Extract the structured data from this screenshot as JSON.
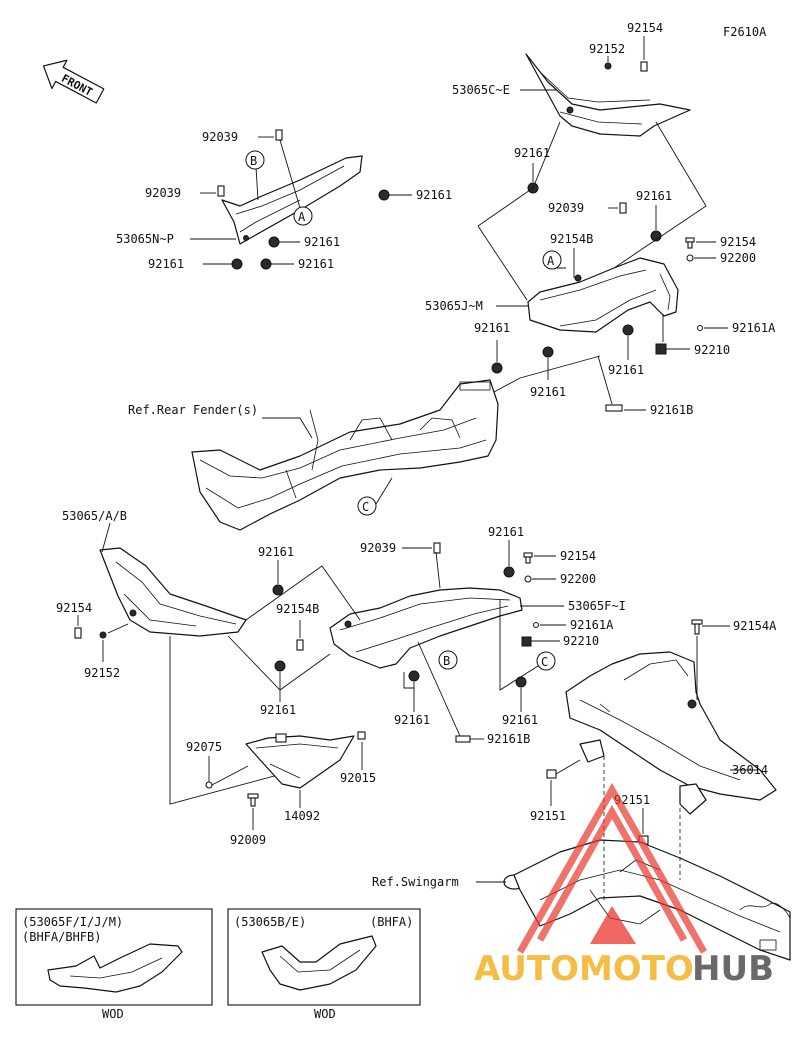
{
  "figure_code": "F2610A",
  "front_label": "FRONT",
  "callouts": {
    "p92154_a": "92154",
    "p92152_a": "92152",
    "p53065ce": "53065C~E",
    "p92039_a": "92039",
    "p92039_b": "92039",
    "p92161_a": "92161",
    "p53065np": "53065N~P",
    "p92161_b": "92161",
    "p92161_c": "92161",
    "p92161_d": "92161",
    "p92161_e": "92161",
    "p92039_c": "92039",
    "p92161_f": "92161",
    "p92154b_a": "92154B",
    "p92154_b": "92154",
    "p92200_a": "92200",
    "p53065jm": "53065J~M",
    "p92161a_a": "92161A",
    "p92161_g": "92161",
    "p92210_a": "92210",
    "p92161_h": "92161",
    "p92161_i": "92161",
    "p92161b_a": "92161B",
    "ref_rear_fender": "Ref.Rear Fender(s)",
    "p53065ab": "53065/A/B",
    "p92039_d": "92039",
    "p92161_j": "92161",
    "p92161_k": "92161",
    "p92154_c": "92154",
    "p92200_b": "92200",
    "p92154b_b": "92154B",
    "p53065fi": "53065F~I",
    "p92154_d": "92154",
    "p92161a_b": "92161A",
    "p92210_b": "92210",
    "p92152_b": "92152",
    "p92161_l": "92161",
    "p92161_m": "92161",
    "p92161_n": "92161",
    "p92154a": "92154A",
    "p92161b_b": "92161B",
    "p36014": "36014",
    "p92075": "92075",
    "p92015": "92015",
    "p92151_a": "92151",
    "p92151_b": "92151",
    "p14092": "14092",
    "p92009": "92009",
    "ref_swingarm": "Ref.Swingarm"
  },
  "circle_letters": {
    "b_top": "B",
    "a_top": "A",
    "a_mid": "A",
    "c_mid": "C",
    "b_low": "B",
    "c_low": "C"
  },
  "inset_left": {
    "line1": "(53065F/I/J/M)",
    "line2": "(BHFA/BHFB)",
    "caption": "WOD"
  },
  "inset_right": {
    "line1": "(53065B/E)",
    "line2": "(BHFA)",
    "caption": "WOD"
  },
  "watermark": {
    "text_a": "AUTOMOTO",
    "text_b": "HUB",
    "colors": {
      "red": "#e8362c",
      "yellow": "#f4b225",
      "dark": "#444444"
    }
  }
}
